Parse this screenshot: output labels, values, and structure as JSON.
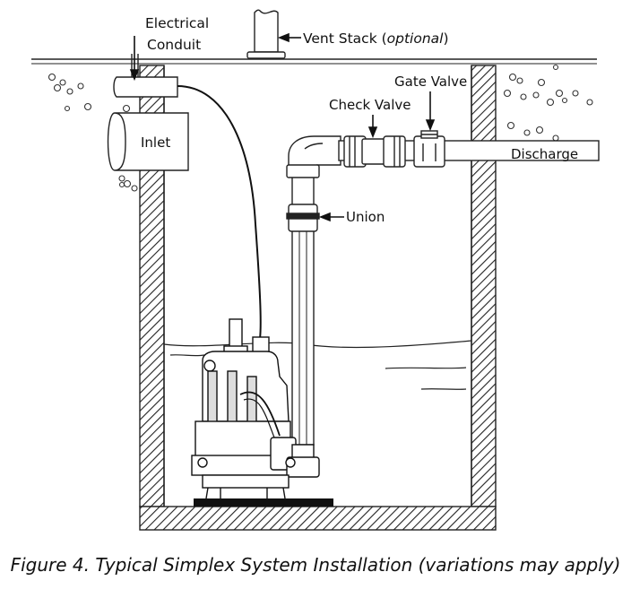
{
  "labels": {
    "electrical_conduit_line1": "Electrical",
    "electrical_conduit_line2": "Conduit",
    "vent_stack": "Vent Stack (",
    "vent_stack_optional": "optional",
    "vent_stack_close": ")",
    "gate_valve": "Gate Valve",
    "check_valve": "Check Valve",
    "inlet": "Inlet",
    "discharge": "Discharge",
    "union": "Union"
  },
  "caption": "Figure 4. Typical Simplex System Installation (variations may apply)"
}
